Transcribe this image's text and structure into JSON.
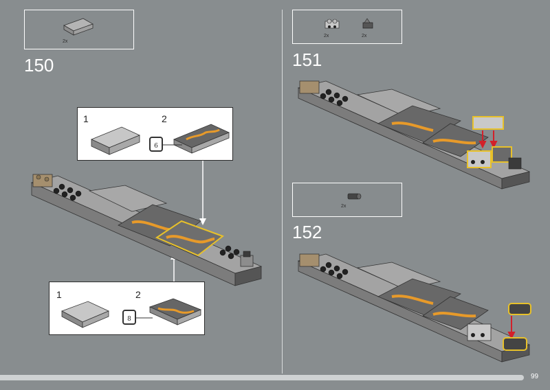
{
  "page": {
    "number": "99"
  },
  "steps": [
    {
      "id": "150",
      "label": "150",
      "parts": [
        {
          "name": "curved-slope-gray",
          "qty": "2x"
        }
      ],
      "callouts": [
        {
          "id": "top",
          "substeps": [
            {
              "label": "1"
            },
            {
              "label": "2",
              "sticker": "6"
            }
          ]
        },
        {
          "id": "bottom",
          "substeps": [
            {
              "label": "1"
            },
            {
              "label": "2",
              "sticker": "8"
            }
          ]
        }
      ]
    },
    {
      "id": "151",
      "label": "151",
      "parts": [
        {
          "name": "plate-with-pins-light-gray",
          "qty": "2x"
        },
        {
          "name": "clip-dark-gray",
          "qty": "2x"
        }
      ]
    },
    {
      "id": "152",
      "label": "152",
      "parts": [
        {
          "name": "cylinder-dark-gray",
          "qty": "2x"
        }
      ]
    }
  ],
  "colors": {
    "background": "#888d8f",
    "highlight": "#e8c12a",
    "arrow_red": "#d2202a",
    "flame_orange": "#e79a2a",
    "brick_gray": "#9b9b9b",
    "brick_dark": "#3b3b3b",
    "brick_tan": "#a58f6e"
  }
}
